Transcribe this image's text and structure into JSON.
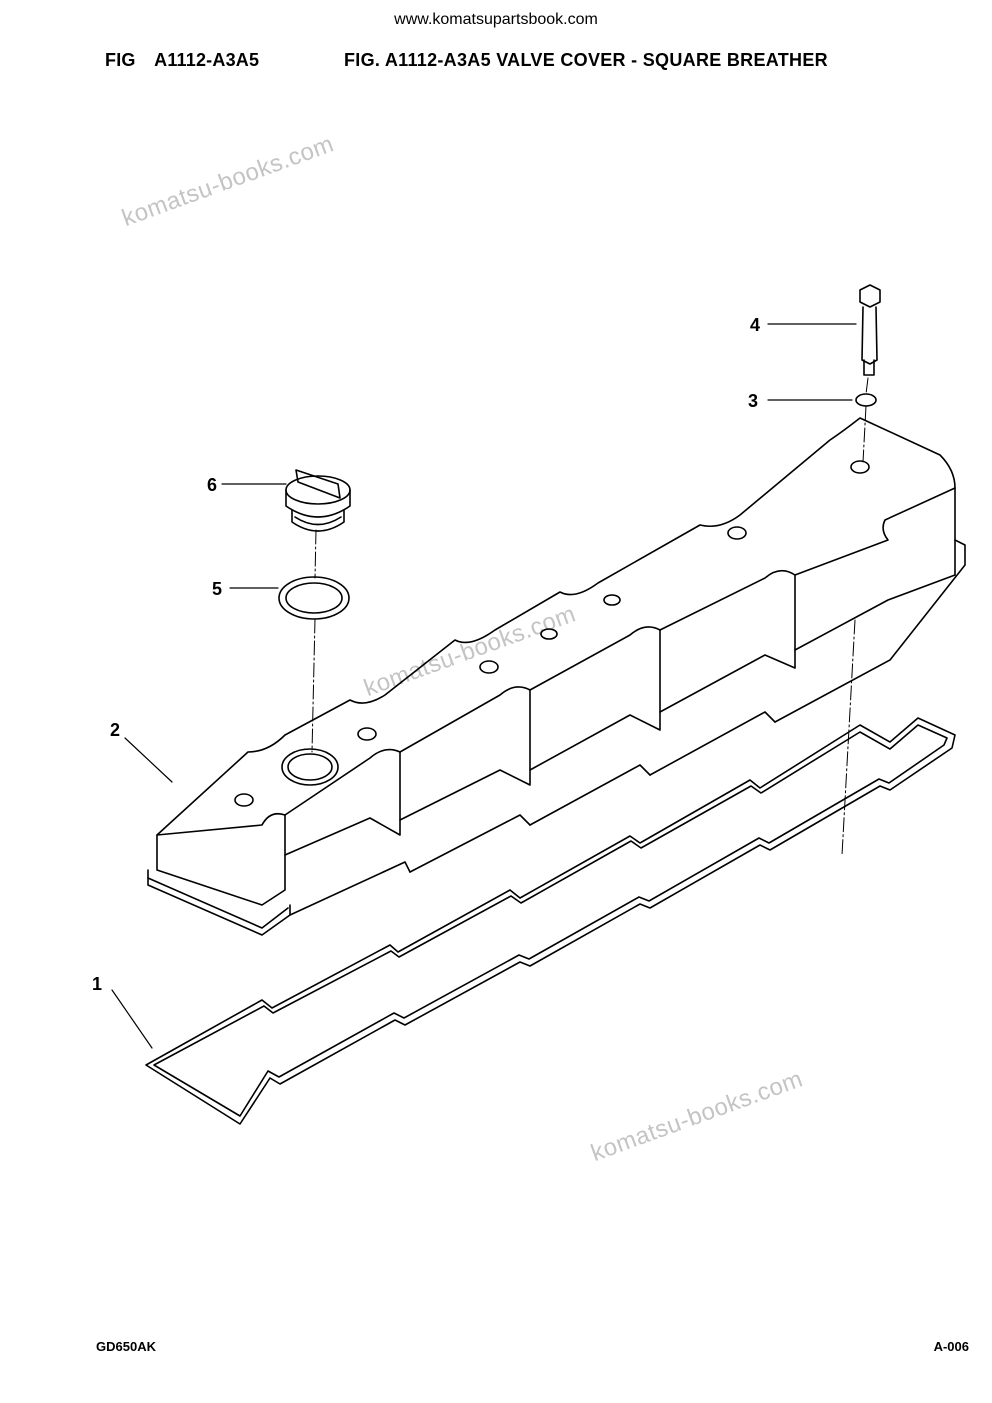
{
  "header": {
    "website": "www.komatsupartsbook.com",
    "fig_code": "FIG A1112-A3A5",
    "fig_title": "FIG. A1112-A3A5 VALVE COVER - SQUARE BREATHER"
  },
  "watermarks": [
    "komatsu-books.com",
    "komatsu-books.com",
    "komatsu-books.com"
  ],
  "callouts": [
    {
      "id": "1",
      "part": "gasket"
    },
    {
      "id": "2",
      "part": "valve-cover"
    },
    {
      "id": "3",
      "part": "washer"
    },
    {
      "id": "4",
      "part": "bolt"
    },
    {
      "id": "5",
      "part": "o-ring"
    },
    {
      "id": "6",
      "part": "oil-filler-cap"
    }
  ],
  "footer": {
    "model": "GD650AK",
    "page": "A-006"
  }
}
